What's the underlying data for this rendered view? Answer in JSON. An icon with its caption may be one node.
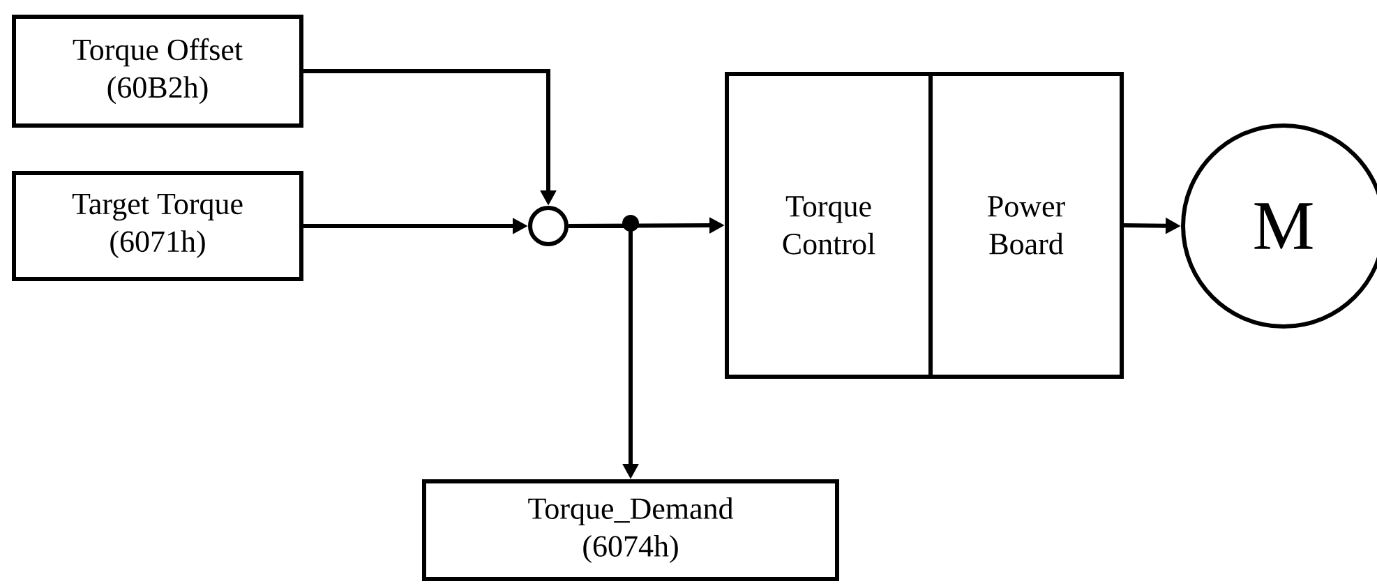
{
  "diagram": {
    "nodes": [
      {
        "text": [
          "Torque Offset",
          "(60B2h)"
        ]
      },
      {
        "text": [
          "Target Torque",
          "(6071h)"
        ]
      },
      {
        "text": [],
        "shape": "circle"
      },
      {
        "text": [
          "Torque Control"
        ]
      },
      {
        "text": [
          "Power Board"
        ]
      },
      {
        "text": [
          "M"
        ]
      },
      {
        "text": [
          "Torque_Demand",
          "(6074h)"
        ]
      }
    ],
    "edges": [
      {
        "from": 0,
        "to": 2,
        "arrow": "to"
      },
      {
        "from": 1,
        "to": 2,
        "arrow": "to"
      },
      {
        "from": 2,
        "to": 3,
        "arrow": "to"
      },
      {
        "from": 2,
        "to": 6,
        "arrow": "to"
      },
      {
        "from": 4,
        "to": 5,
        "arrow": "to"
      }
    ]
  }
}
